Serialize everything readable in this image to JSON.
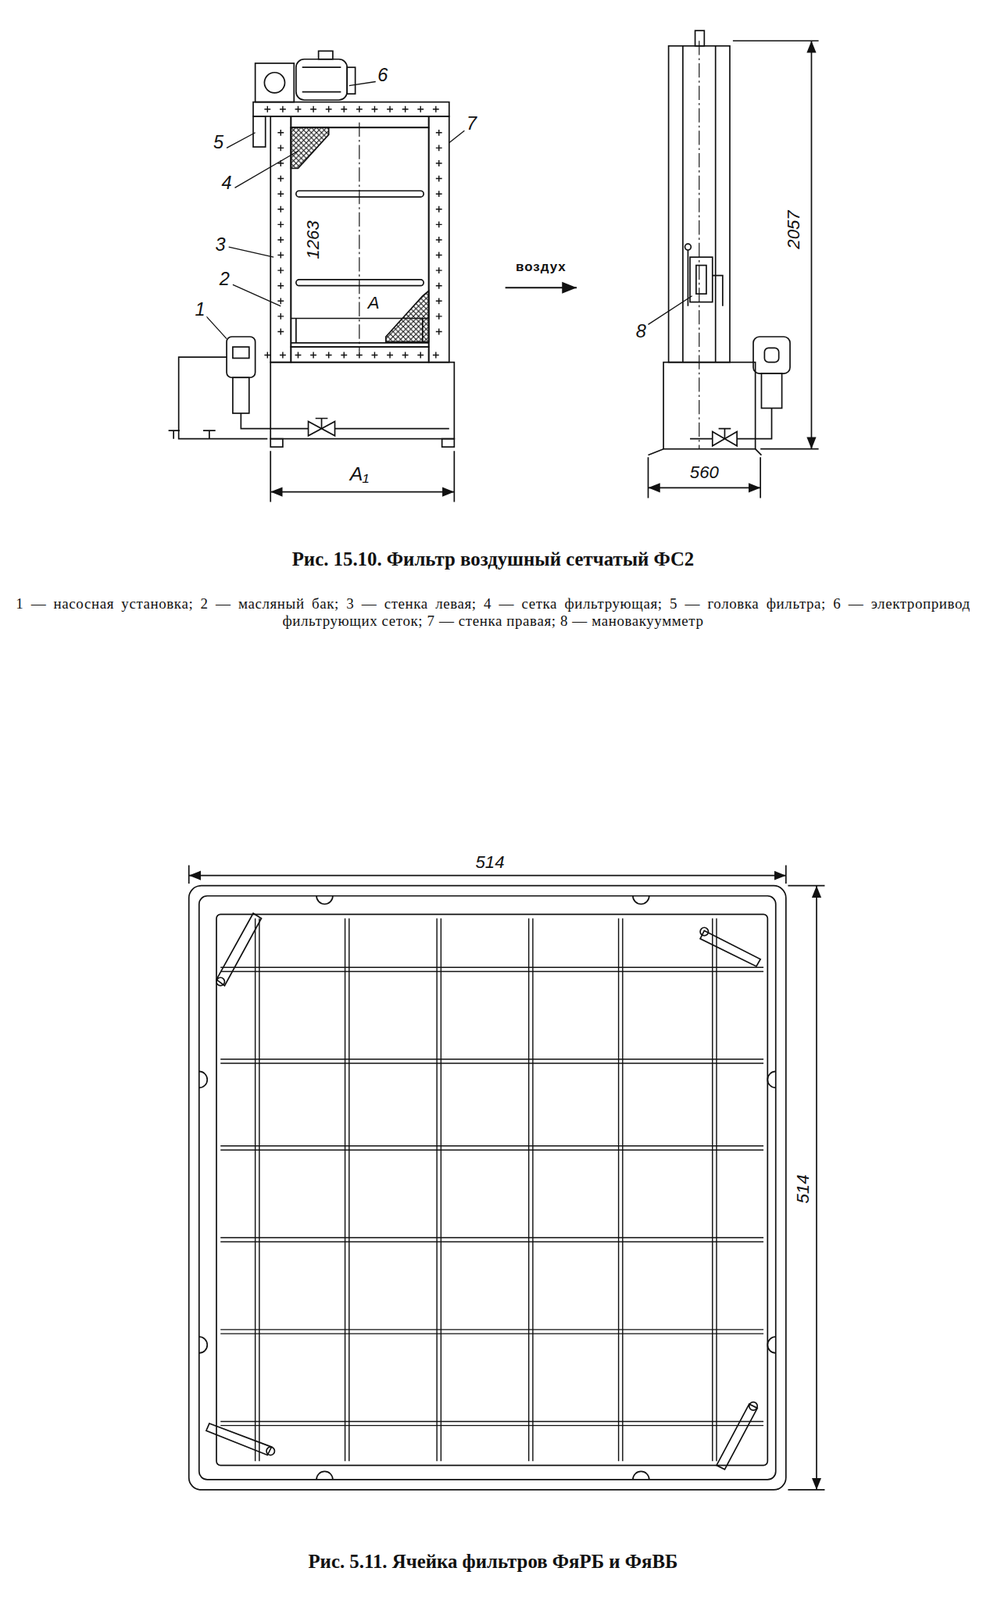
{
  "diagram": {
    "labels": [
      "6",
      "5",
      "7",
      "4",
      "3",
      "1263",
      "2",
      "1",
      "A",
      "A₁",
      "воздух",
      "8",
      "2057",
      "560",
      "Рис. 15.10. Фильтр воздушный сетчатый ФС2",
      "1 — насосная установка; 2 — масляный бак; 3 — стенка левая; 4 — сетка фильтрующая; 5 — головка фильтра; 6 — электропривод фильтрующих сеток; 7 — стенка правая; 8 — мановакуумметр",
      "514",
      "514",
      "Рис. 5.11. Ячейка фильтров ФяРБ и ФяВБ"
    ]
  }
}
